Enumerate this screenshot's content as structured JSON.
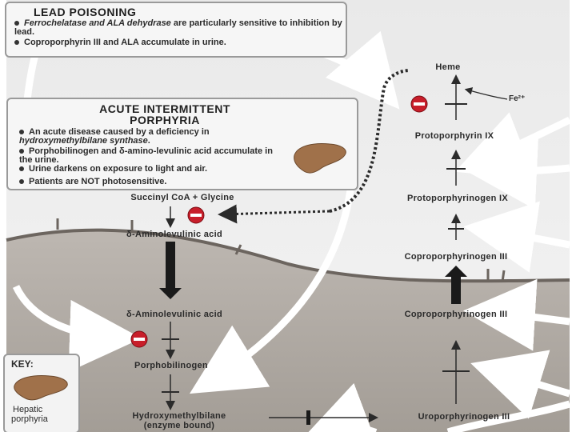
{
  "lead_poisoning": {
    "title": "LEAD POISONING",
    "bullets": [
      {
        "italic": "Ferrochelatase and ALA dehydrase",
        "text": " are particularly sensitive to inhibition by lead."
      },
      {
        "italic": "",
        "text": "Coproporphyrin III and ALA accumulate in urine."
      }
    ]
  },
  "aip": {
    "title_line1": "ACUTE INTERMITTENT",
    "title_line2": "PORPHYRIA",
    "bullets": [
      {
        "pre": "An acute disease caused by a deficiency in ",
        "italic": "hydroxymethylbilane synthase",
        "post": "."
      },
      {
        "pre": "Porphobilinogen and δ-amino-levulinic acid accumulate in the urine.",
        "italic": "",
        "post": ""
      },
      {
        "pre": "Urine darkens on exposure to light and air.",
        "italic": "",
        "post": ""
      },
      {
        "pre": "Patients are NOT photosensitive.",
        "italic": "",
        "post": ""
      }
    ]
  },
  "pathway": {
    "heme": "Heme",
    "fe": "Fe²⁺",
    "protoporphyrin_ix": "Protoporphyrin IX",
    "protoporphyrinogen_ix": "Protoporphyrinogen IX",
    "coproporphyrinogen_iii_top": "Coproporphyrinogen III",
    "coproporphyrinogen_iii_bottom": "Coproporphyrinogen III",
    "succinyl": "Succinyl CoA + Glycine",
    "ala_top": "δ-Aminolevulinic acid",
    "ala_bottom": "δ-Aminolevulinic acid",
    "porphobilinogen": "Porphobilinogen",
    "hmb_line1": "Hydroxymethylbilane",
    "hmb_line2": "(enzyme bound)",
    "uroporphyrinogen": "Uroporphyrinogen III"
  },
  "key": {
    "title": "KEY:",
    "label_line1": "Hepatic",
    "label_line2": "porphyria"
  },
  "colors": {
    "inhibitor": "#c81e2a",
    "arrow": "#2b2b2b",
    "mito": "#8e867e",
    "liver": "#a0714a"
  }
}
